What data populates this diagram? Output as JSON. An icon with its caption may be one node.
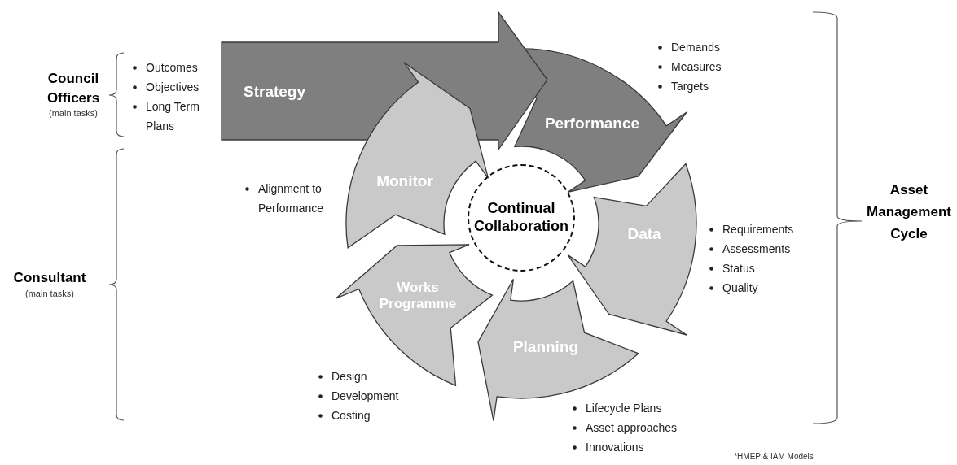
{
  "diagram": {
    "nodes": [
      {
        "text": [
          "Strategy"
        ],
        "beside": [
          "Outcomes",
          "Objectives",
          "Long Term Plans"
        ]
      },
      {
        "text": [
          "Performance"
        ],
        "beside": [
          "Demands",
          "Measures",
          "Targets"
        ]
      },
      {
        "text": [
          "Data"
        ],
        "beside": [
          "Requirements",
          "Assessments",
          "Status",
          "Quality"
        ]
      },
      {
        "text": [
          "Planning"
        ],
        "beside": [
          "Lifecycle Plans",
          "Asset approaches",
          "Innovations"
        ]
      },
      {
        "text": [
          "Works Programme"
        ],
        "beside": [
          "Design",
          "Development",
          "Costing"
        ]
      },
      {
        "text": [
          "Monitor"
        ],
        "beside": [
          "Alignment to Performance"
        ]
      },
      {
        "text": [
          "Continual Collaboration"
        ]
      }
    ],
    "labels": [
      "Council Officers",
      "(main tasks)",
      "Consultant",
      "(main tasks)",
      "Asset Management Cycle",
      "*HMEP & IAM Models"
    ]
  }
}
